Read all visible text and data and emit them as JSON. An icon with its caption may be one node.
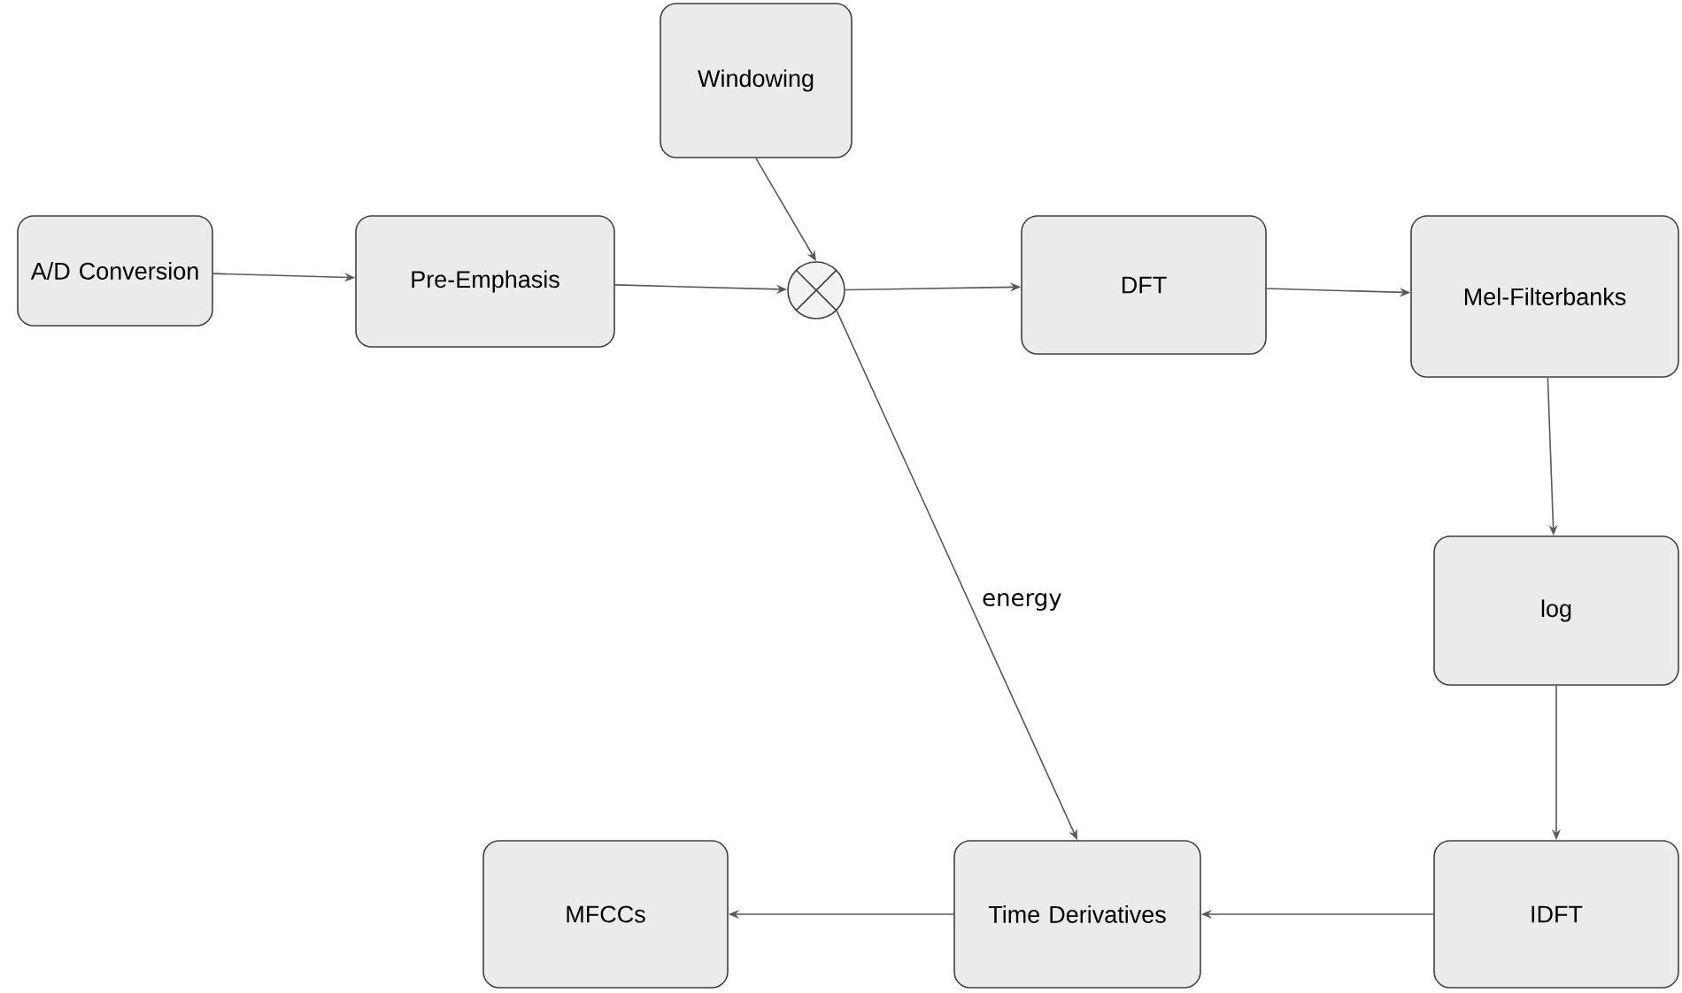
{
  "diagram": {
    "nodes": [
      {
        "text": [
          "A/D Conversion"
        ]
      },
      {
        "text": [
          "Pre-Emphasis"
        ]
      },
      {
        "text": [
          "Windowing"
        ]
      },
      {
        "text": [],
        "shape": "circle"
      },
      {
        "text": [
          "DFT"
        ]
      },
      {
        "text": [
          "Mel-Filterbanks"
        ]
      },
      {
        "text": [
          "log"
        ]
      },
      {
        "text": [
          "IDFT"
        ]
      },
      {
        "text": [
          "Time Derivatives"
        ]
      },
      {
        "text": [
          "MFCCs"
        ]
      }
    ],
    "edges": [
      {
        "from": 0,
        "to": 1,
        "arrow": "to"
      },
      {
        "from": 1,
        "to": 3,
        "arrow": "to"
      },
      {
        "from": 2,
        "to": 3,
        "arrow": "to"
      },
      {
        "from": 3,
        "to": 4,
        "arrow": "to"
      },
      {
        "from": 4,
        "to": 5,
        "arrow": "to"
      },
      {
        "from": 5,
        "to": 6,
        "arrow": "to"
      },
      {
        "from": 6,
        "to": 7,
        "arrow": "to"
      },
      {
        "from": 7,
        "to": 8,
        "arrow": "to"
      },
      {
        "from": 3,
        "to": 8,
        "arrow": "to",
        "label": "energy"
      },
      {
        "from": 8,
        "to": 9,
        "arrow": "to"
      }
    ]
  }
}
